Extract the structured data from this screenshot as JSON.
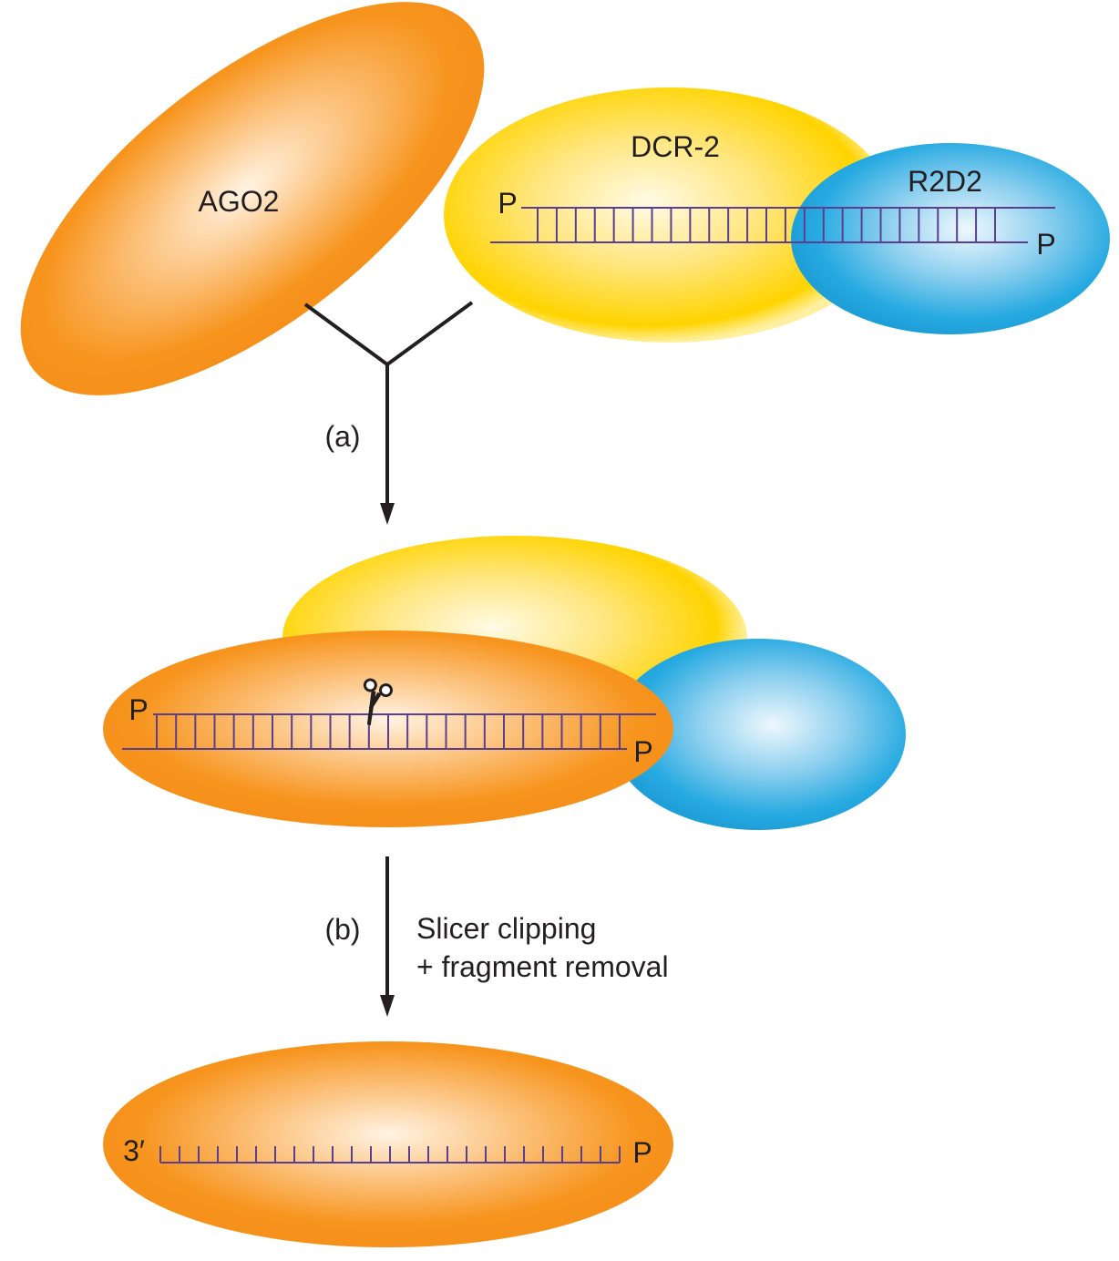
{
  "proteins": {
    "ago2": "AGO2",
    "dcr2": "DCR-2",
    "r2d2": "R2D2"
  },
  "ends": {
    "phosphate": "P",
    "three_prime": "3′"
  },
  "steps": {
    "a": {
      "label": "(a)"
    },
    "b": {
      "label": "(b)",
      "description_line1": "Slicer clipping",
      "description_line2": "+ fragment removal"
    }
  },
  "colors": {
    "ago2": "#f7941d",
    "dcr2": "#ffd400",
    "r2d2": "#27aae1",
    "rna": "#5b3f8f",
    "arrow": "#231f20"
  }
}
